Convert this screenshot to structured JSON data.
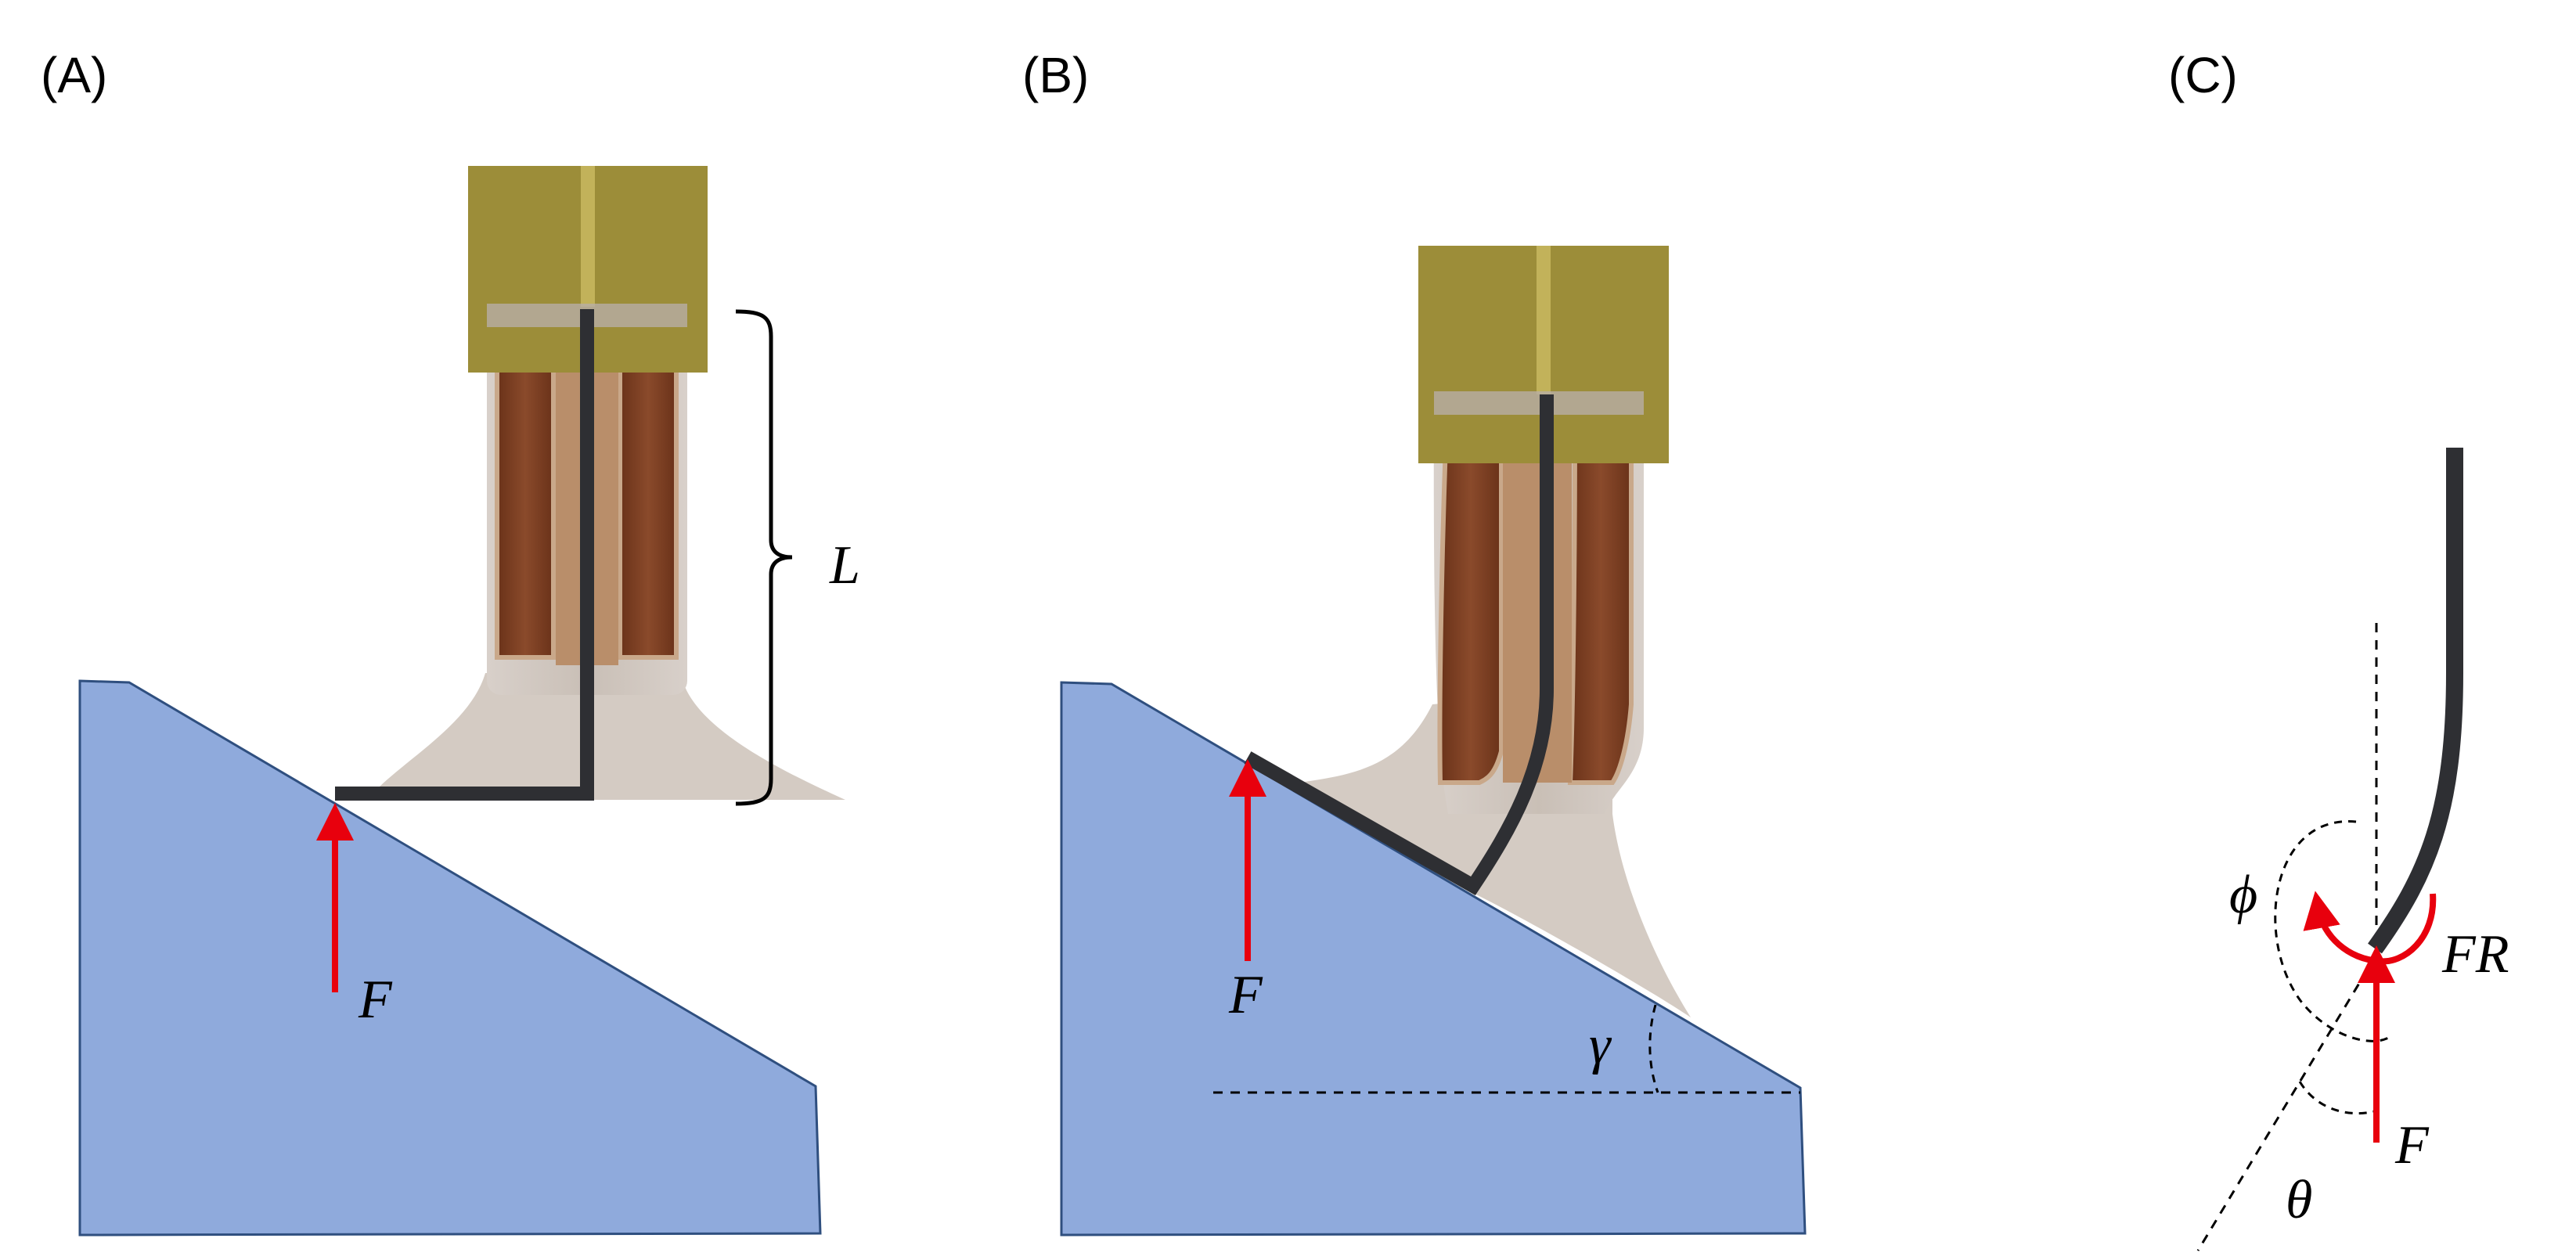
{
  "panels": [
    {
      "label": "(A)"
    },
    {
      "label": "(B)"
    },
    {
      "label": "(C)"
    }
  ],
  "symbols": {
    "force": "F",
    "length": "L",
    "incline_angle": "γ",
    "rotation_angle": "ϕ",
    "moment": "FR",
    "theta": "θ"
  },
  "colors": {
    "incline": "#8faadc",
    "incline_stroke": "#2f4f7f",
    "force_arrow": "#e8000d",
    "clamp": "#9c8d39",
    "filament": "#2e2f33",
    "sleeve": "#cfc6bf",
    "coil": "#7b3d22"
  }
}
